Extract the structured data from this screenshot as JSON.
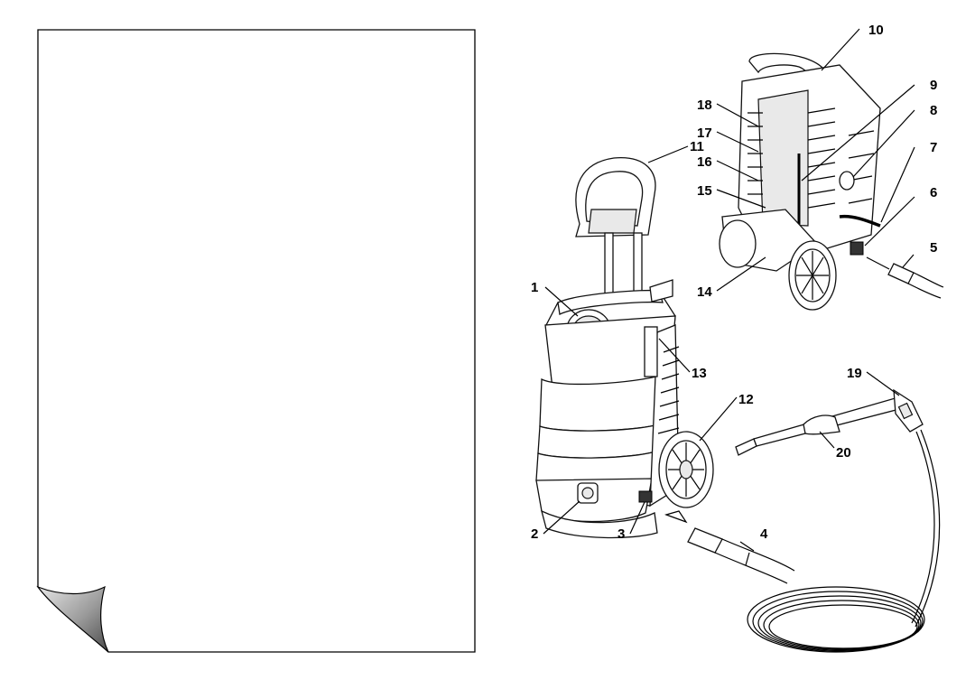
{
  "callouts": {
    "c1": "1",
    "c2": "2",
    "c3": "3",
    "c4": "4",
    "c5": "5",
    "c6": "6",
    "c7": "7",
    "c8": "8",
    "c9": "9",
    "c10": "10",
    "c11": "11",
    "c12": "12",
    "c13": "13",
    "c14": "14",
    "c15": "15",
    "c16": "16",
    "c17": "17",
    "c18": "18",
    "c19": "19",
    "c20": "20"
  },
  "colors": {
    "paper": "#ffffff",
    "curl_dark": "#6e6e6e",
    "curl_light": "#d8d8d8",
    "line": "#000000"
  }
}
